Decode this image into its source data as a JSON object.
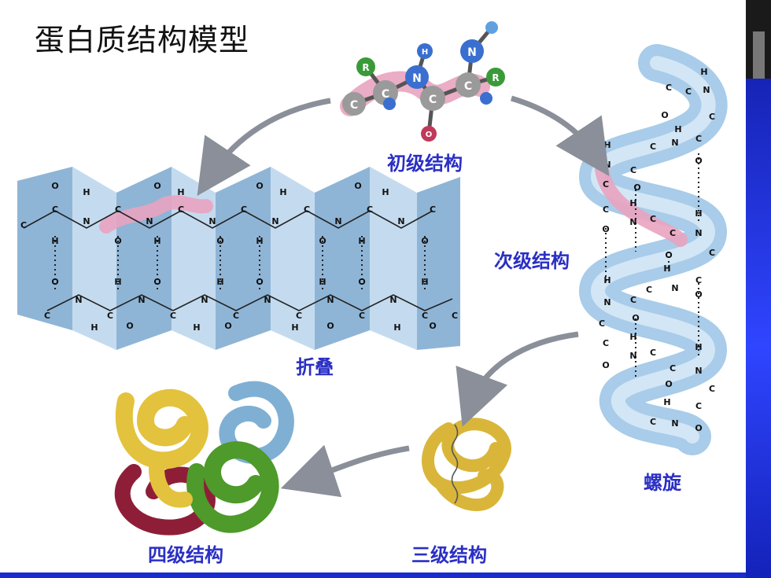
{
  "title": "蛋白质结构模型",
  "labels": {
    "primary": "初级结构",
    "secondary": "次级结构",
    "sheet": "折叠",
    "helix": "螺旋",
    "tertiary": "三级结构",
    "quaternary": "四级结构"
  },
  "atoms": {
    "R": "R",
    "C": "C",
    "N": "N",
    "H": "H",
    "O": "O"
  },
  "colors": {
    "title": "#111111",
    "label": "#2a2fc4",
    "sheet_blue": "#8fb5d6",
    "highlight_pink": "#e9a3c0",
    "arrow_gray": "#8a8f99",
    "bar_blue": "#2f45ff"
  }
}
